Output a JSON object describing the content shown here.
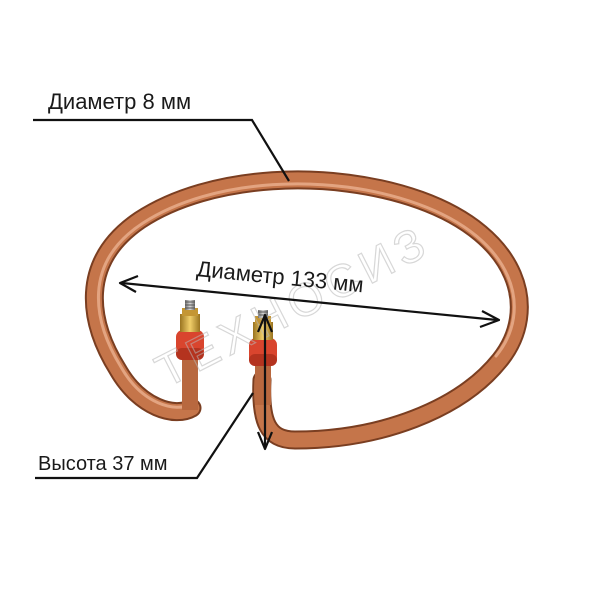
{
  "labels": {
    "tube_diameter": "Диаметр 8 мм",
    "ring_diameter": "Диаметр 133 мм",
    "height": "Высота 37 мм"
  },
  "watermark": "ТЕХНОСИЗ",
  "colors": {
    "copper": "#c5754a",
    "copper_dark": "#8e4a28",
    "copper_light": "#e7a57e",
    "insulator_red": "#d9452e",
    "brass": "#d6a83b",
    "line": "#111111"
  }
}
